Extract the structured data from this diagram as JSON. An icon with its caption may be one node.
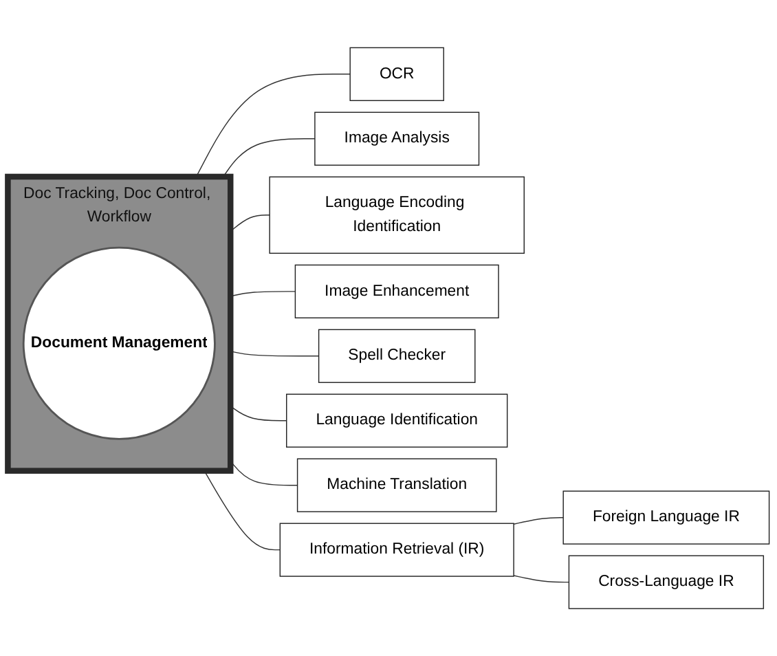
{
  "diagram": {
    "nodes": [
      {
        "text": [
          "Doc Tracking, Doc Control, Workflow"
        ]
      },
      {
        "text": [
          "Document Management"
        ],
        "in": 0
      },
      {
        "text": [
          "OCR"
        ]
      },
      {
        "text": [
          "Image Analysis"
        ]
      },
      {
        "text": [
          "Language Encoding Identification"
        ]
      },
      {
        "text": [
          "Image Enhancement"
        ]
      },
      {
        "text": [
          "Spell Checker"
        ]
      },
      {
        "text": [
          "Language Identification"
        ]
      },
      {
        "text": [
          "Machine Translation"
        ]
      },
      {
        "text": [
          "Information Retrieval (IR)"
        ]
      },
      {
        "text": [
          "Foreign Language IR"
        ]
      },
      {
        "text": [
          "Cross-Language IR"
        ]
      }
    ],
    "edges": [
      {
        "from": 0,
        "to": 2,
        "arrow": "none"
      },
      {
        "from": 0,
        "to": 3,
        "arrow": "none"
      },
      {
        "from": 0,
        "to": 4,
        "arrow": "none"
      },
      {
        "from": 0,
        "to": 5,
        "arrow": "none"
      },
      {
        "from": 0,
        "to": 6,
        "arrow": "none"
      },
      {
        "from": 0,
        "to": 7,
        "arrow": "none"
      },
      {
        "from": 0,
        "to": 8,
        "arrow": "none"
      },
      {
        "from": 0,
        "to": 9,
        "arrow": "none"
      },
      {
        "from": 9,
        "to": 10,
        "arrow": "none"
      },
      {
        "from": 9,
        "to": 11,
        "arrow": "none"
      }
    ]
  }
}
